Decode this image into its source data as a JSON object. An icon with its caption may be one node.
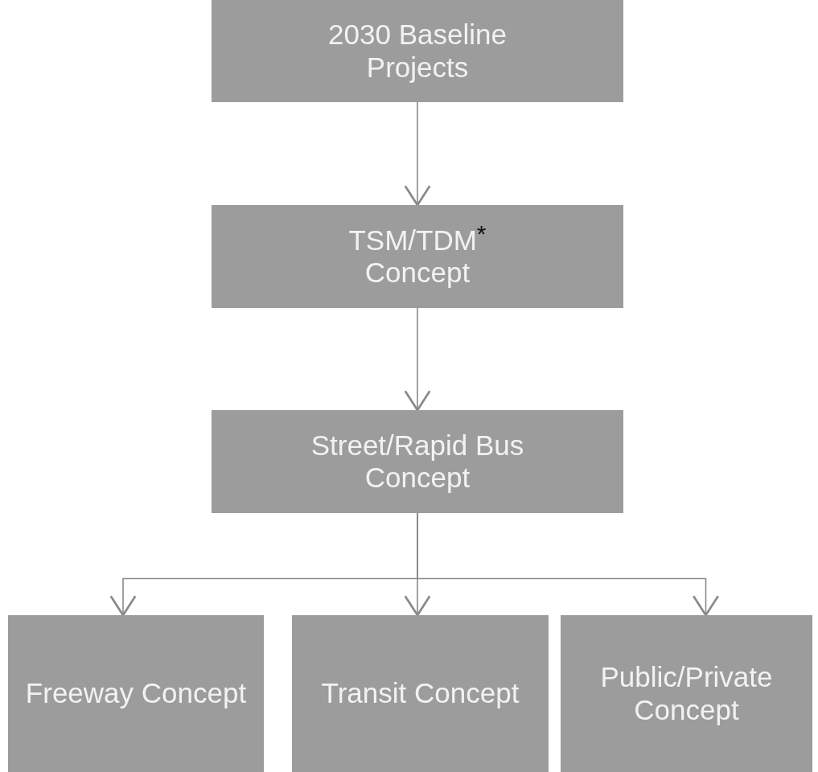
{
  "diagram": {
    "nodes": [
      {
        "text": [
          "2030 Baseline Projects"
        ]
      },
      {
        "text": [
          "TSM/TDM$^{*}$ Concept"
        ]
      },
      {
        "text": [
          "Street/Rapid Bus Concept"
        ]
      },
      {
        "text": [
          "Freeway Concept"
        ]
      },
      {
        "text": [
          "Transit Concept"
        ]
      },
      {
        "text": [
          "Public/Private Concept"
        ]
      }
    ],
    "edges": [
      {
        "from": 0,
        "to": 1,
        "arrow": "to"
      },
      {
        "from": 1,
        "to": 2,
        "arrow": "to"
      },
      {
        "from": 2,
        "to": 3,
        "arrow": "to"
      },
      {
        "from": 2,
        "to": 4,
        "arrow": "to"
      },
      {
        "from": 2,
        "to": 5,
        "arrow": "to"
      }
    ]
  }
}
